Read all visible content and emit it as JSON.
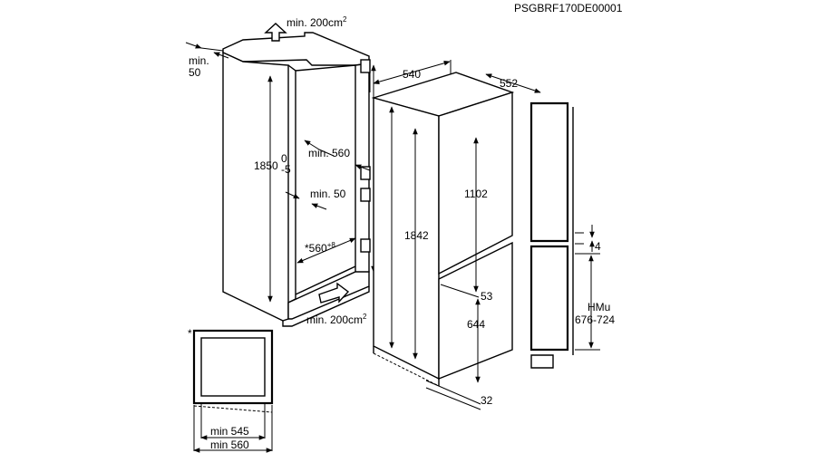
{
  "drawing_code": "PSGBRF170DE00001",
  "niche": {
    "vent_top": "min. 200cm",
    "vent_top_sup": "2",
    "depth_min_label": "min.",
    "depth_min_value": "50",
    "height": "1850",
    "height_tol_plus": "0",
    "height_tol_minus": "-5",
    "inner_depth": "min. 560",
    "back_gap": "min. 50",
    "width": "*560",
    "width_tol": "+8",
    "vent_bottom": "min. 200cm",
    "vent_bottom_sup": "2",
    "door_height": "1842"
  },
  "appliance": {
    "width": "540",
    "depth": "552",
    "upper_door": "1102",
    "total_height": "1842",
    "door_gap": "53",
    "lower_door": "644",
    "base": "32"
  },
  "side": {
    "gap": "4",
    "hmu_label": "HMu",
    "hmu_range": "676-724"
  },
  "section_detail": {
    "marker": "*",
    "min_inner": "min 545",
    "min_outer": "min 560"
  }
}
